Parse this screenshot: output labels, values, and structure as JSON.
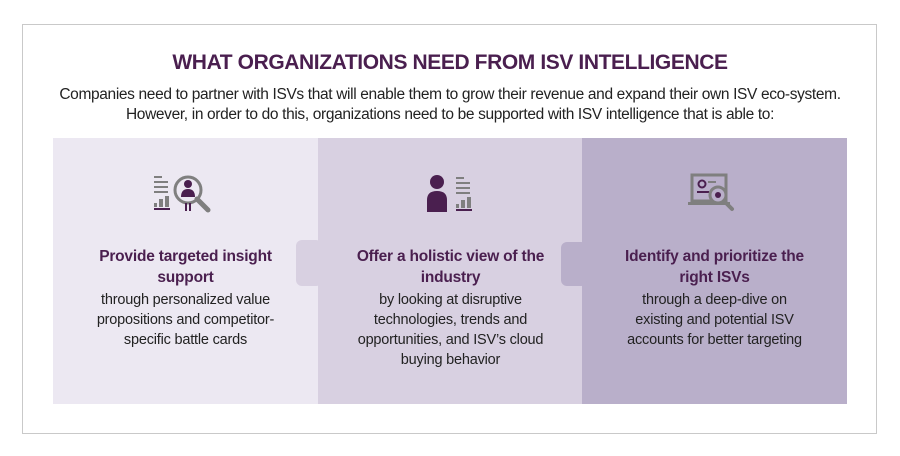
{
  "title": "WHAT ORGANIZATIONS NEED FROM ISV INTELLIGENCE",
  "intro": "Companies need to partner with ISVs that will enable them to grow their revenue and expand their own ISV eco-system. However, in order to do this, organizations need to be supported with ISV intelligence that is able to:",
  "colors": {
    "accent": "#4a1f4f",
    "panel1": "#ece8f2",
    "panel2": "#d8d0e1",
    "panel3": "#b9afca",
    "icon_gray": "#7f7f7f"
  },
  "panels": [
    {
      "icon": "report-person-search-icon",
      "heading": "Provide targeted insight support",
      "body": "through personalized value propositions and competitor-specific battle cards"
    },
    {
      "icon": "person-report-icon",
      "heading": "Offer a holistic view of the industry",
      "body": "by looking at disruptive technologies, trends and opportunities, and ISV’s cloud buying behavior"
    },
    {
      "icon": "laptop-search-icon",
      "heading": "Identify and prioritize the right ISVs",
      "body": "through a deep-dive on existing and potential ISV accounts for better targeting"
    }
  ]
}
